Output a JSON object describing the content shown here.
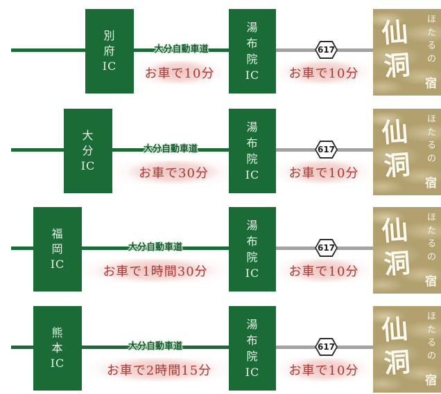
{
  "colors": {
    "expressway_green": "#1a6b35",
    "local_road_gray": "#a2a2a2",
    "duration_red": "#ab3731",
    "duration_pink_bg": "#eec1bd",
    "logo_tan_bg": "#b2a06f",
    "ic_text": "#e9f3ea"
  },
  "rows": [
    {
      "start_ic": "別\n府\nIC",
      "highway": "大分自動車道",
      "duration_highway": "お車で10分",
      "mid_ic": "湯\n布\n院\nIC",
      "route_number": "617",
      "duration_route": "お車で10分",
      "logo_main": "仙\n洞",
      "logo_sub": "ほ\nた\nる\nの",
      "logo_yado": "宿"
    },
    {
      "start_ic": "大\n分\nIC",
      "highway": "大分自動車道",
      "duration_highway": "お車で30分",
      "mid_ic": "湯\n布\n院\nIC",
      "route_number": "617",
      "duration_route": "お車で10分",
      "logo_main": "仙\n洞",
      "logo_sub": "ほ\nた\nる\nの",
      "logo_yado": "宿"
    },
    {
      "start_ic": "福\n岡\nIC",
      "highway": "大分自動車道",
      "duration_highway": "お車で1時間30分",
      "mid_ic": "湯\n布\n院\nIC",
      "route_number": "617",
      "duration_route": "お車で10分",
      "logo_main": "仙\n洞",
      "logo_sub": "ほ\nた\nる\nの",
      "logo_yado": "宿"
    },
    {
      "start_ic": "熊\n本\nIC",
      "highway": "大分自動車道",
      "duration_highway": "お車で2時間15分",
      "mid_ic": "湯\n布\n院\nIC",
      "route_number": "617",
      "duration_route": "お車で10分",
      "logo_main": "仙\n洞",
      "logo_sub": "ほ\nた\nる\nの",
      "logo_yado": "宿"
    }
  ]
}
